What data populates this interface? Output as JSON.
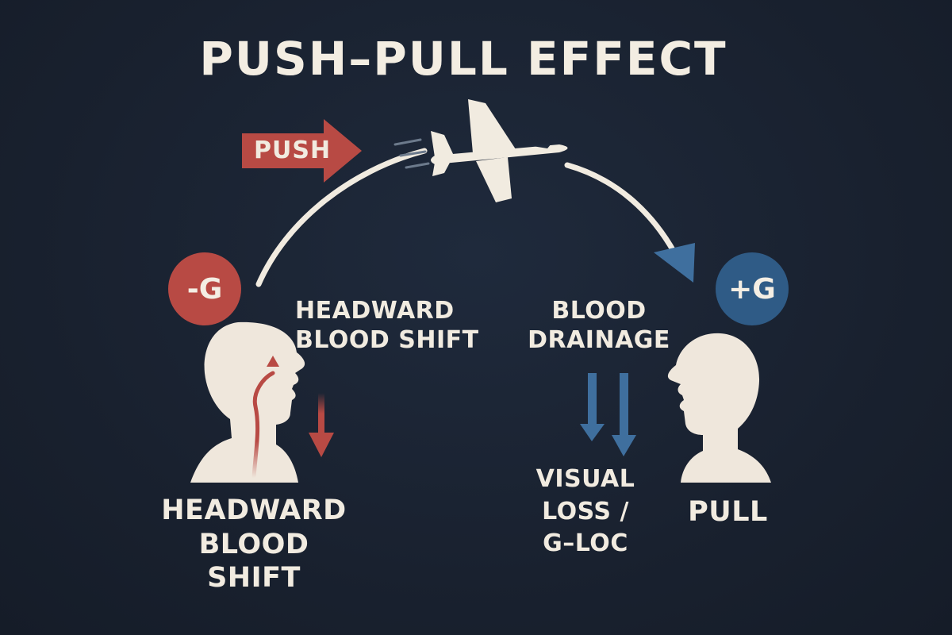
{
  "title": "PUSH–PULL EFFECT",
  "push": {
    "label": "PUSH"
  },
  "badges": {
    "negative": "-G",
    "positive": "+G"
  },
  "labels": {
    "headward_top": "HEADWARD\nBLOOD SHIFT",
    "headward_bottom": "HEADWARD\nBLOOD SHIFT",
    "drainage": "BLOOD\nDRAINAGE",
    "visual_loss": "VISUAL\nLOSS /\nG–LOC",
    "pull": "PULL"
  },
  "colors": {
    "background": "#1a2233",
    "cream": "#f1ebe0",
    "red": "#b84a44",
    "blue": "#2f5b86",
    "arrow_blue": "#3f6f9e"
  },
  "icons": [
    "jet-icon",
    "head-silhouette-icon",
    "arrow-icon"
  ]
}
